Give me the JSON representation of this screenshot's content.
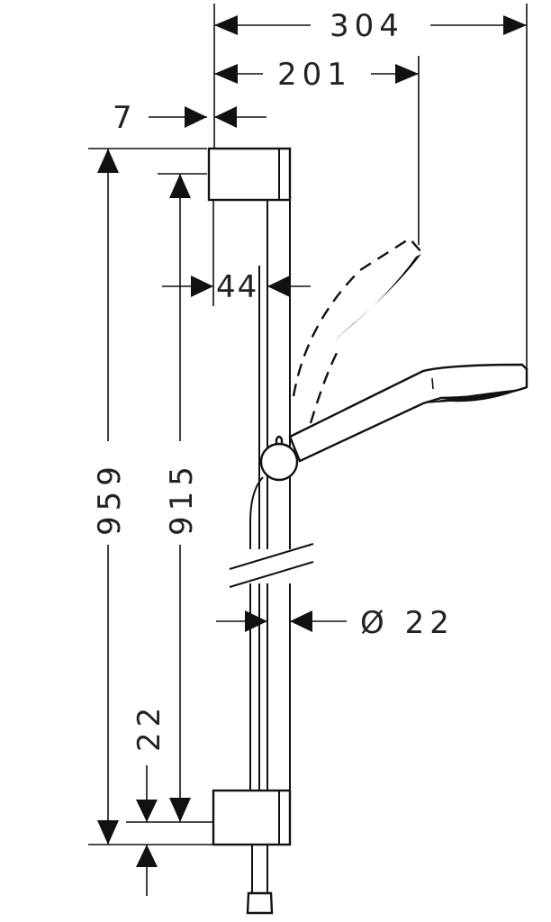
{
  "diagram": {
    "dimensions": {
      "overall_projection": "304",
      "head_projection": "201",
      "wall_offset": "7",
      "rail_offset": "44",
      "total_height": "959",
      "rail_height": "915",
      "rail_diameter": "Ø 22",
      "bottom_offset": "22"
    }
  }
}
